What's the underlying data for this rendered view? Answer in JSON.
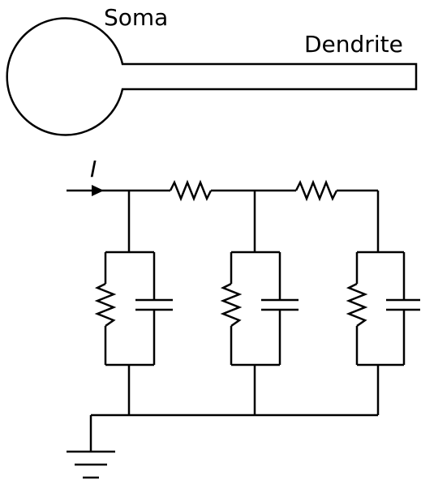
{
  "neuron": {
    "soma_label": "Soma",
    "dendrite_label": "Dendrite"
  },
  "circuit": {
    "input_current_label": "I",
    "compartments": 3,
    "axial_resistors": 2
  }
}
